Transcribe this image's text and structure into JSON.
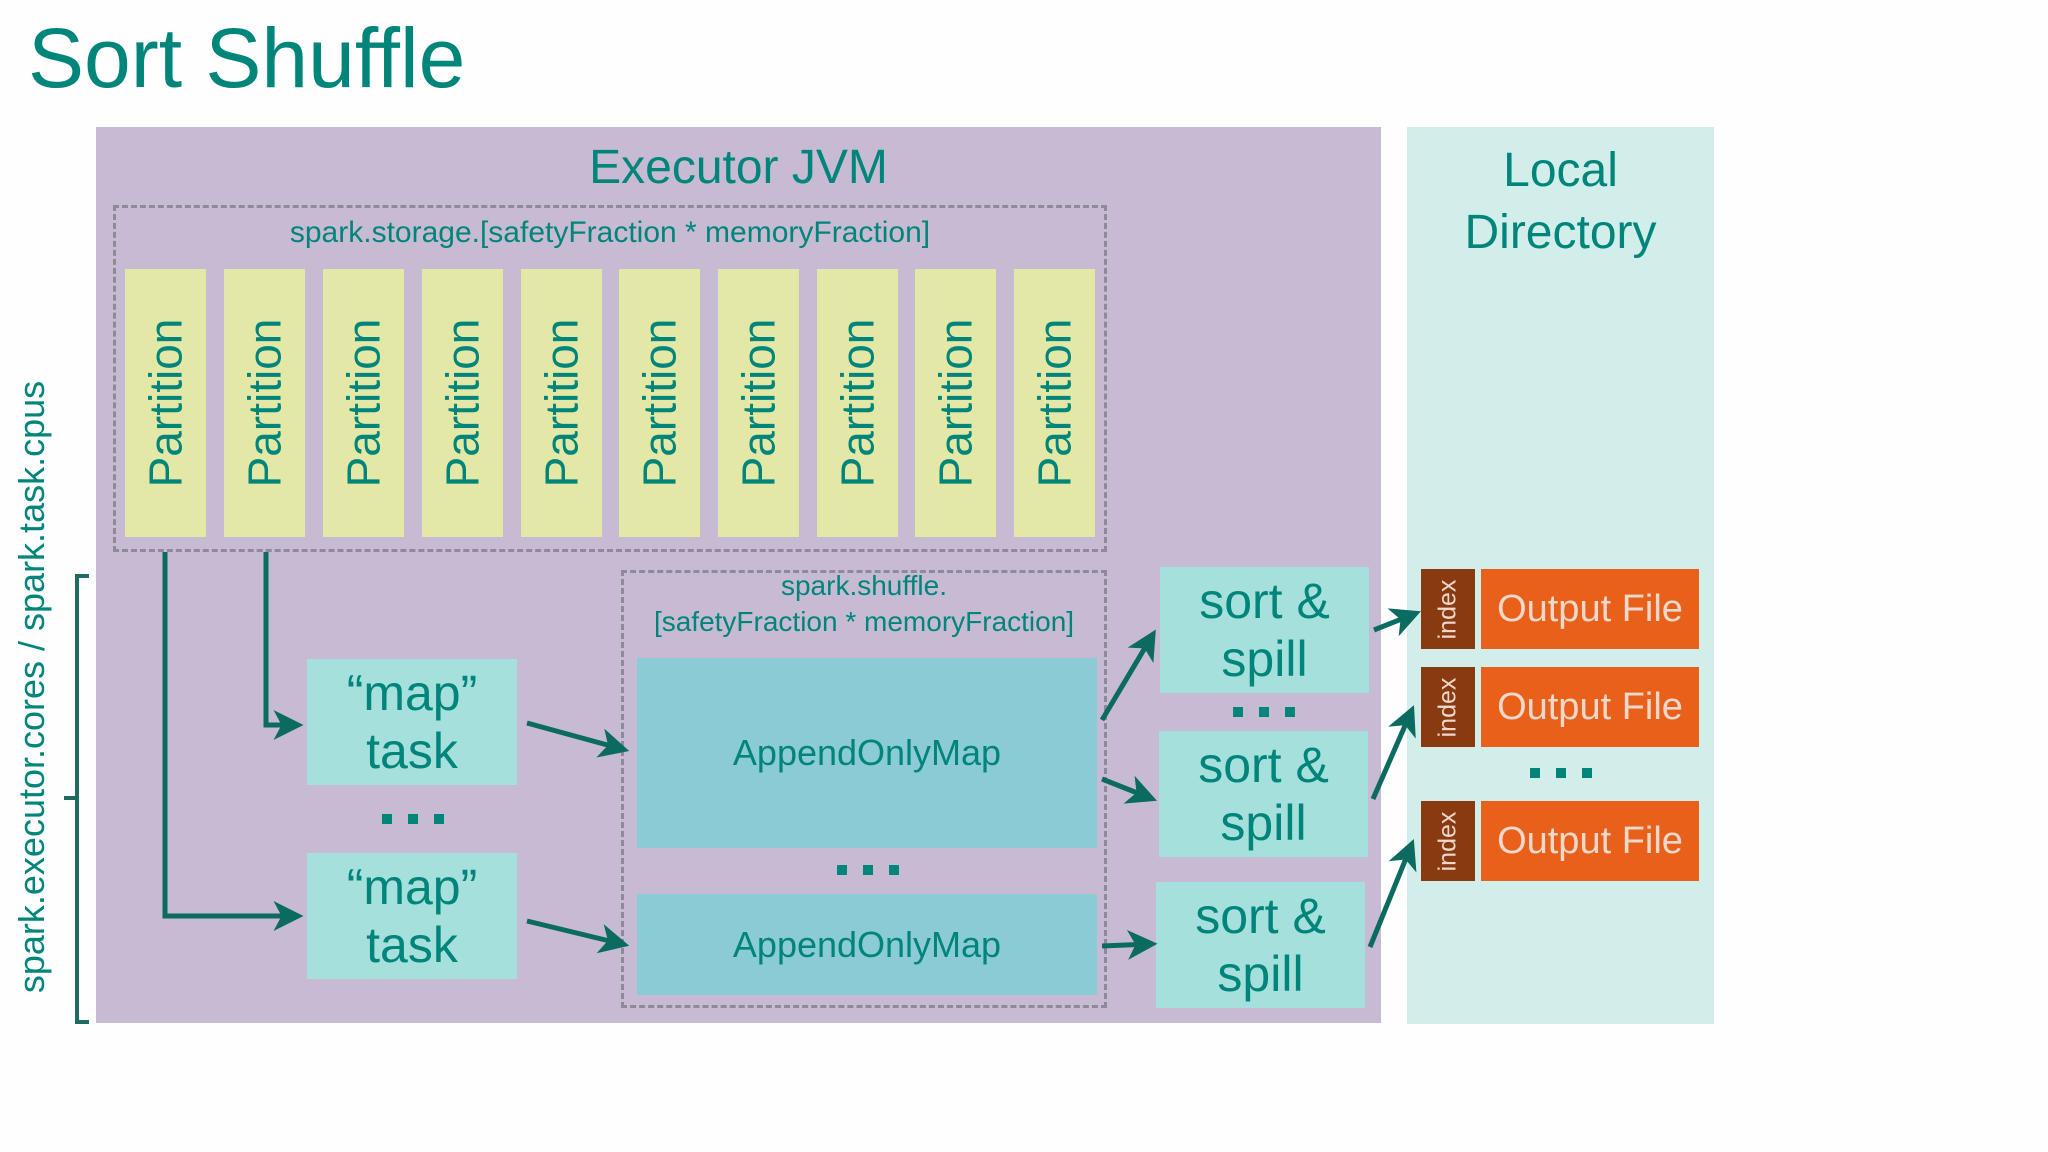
{
  "slide": {
    "title": "Sort Shuffle",
    "side_label": "spark.executor.cores / spark.task.cpus"
  },
  "executor": {
    "title": "Executor JVM",
    "storage": {
      "label": "spark.storage.[safetyFraction * memoryFraction]",
      "partitions": [
        "Partition",
        "Partition",
        "Partition",
        "Partition",
        "Partition",
        "Partition",
        "Partition",
        "Partition",
        "Partition",
        "Partition"
      ]
    },
    "map_tasks": [
      {
        "label": "“map”\ntask"
      },
      {
        "label": "“map”\ntask"
      }
    ],
    "shuffle": {
      "label": "spark.shuffle.\n[safetyFraction * memoryFraction]",
      "maps": [
        {
          "label": "AppendOnlyMap"
        },
        {
          "label": "AppendOnlyMap"
        }
      ]
    },
    "sort_spill": [
      {
        "label": "sort &\nspill"
      },
      {
        "label": "sort &\nspill"
      },
      {
        "label": "sort &\nspill"
      }
    ]
  },
  "local_directory": {
    "title": "Local\nDirectory",
    "files": [
      {
        "index_label": "index",
        "file_label": "Output File"
      },
      {
        "index_label": "index",
        "file_label": "Output File"
      },
      {
        "index_label": "index",
        "file_label": "Output File"
      }
    ]
  },
  "colors": {
    "accent": "#00857a",
    "arrow": "#0b6b60",
    "executor_bg": "#c6bbd3",
    "local_dir_bg": "#d2eeeb",
    "partition_bg": "#e3e8a6",
    "task_bg": "#a5e0dc",
    "map_bg": "#8bcbd6",
    "index_bg": "#8a3a10",
    "output_file_bg": "#e8601a"
  }
}
